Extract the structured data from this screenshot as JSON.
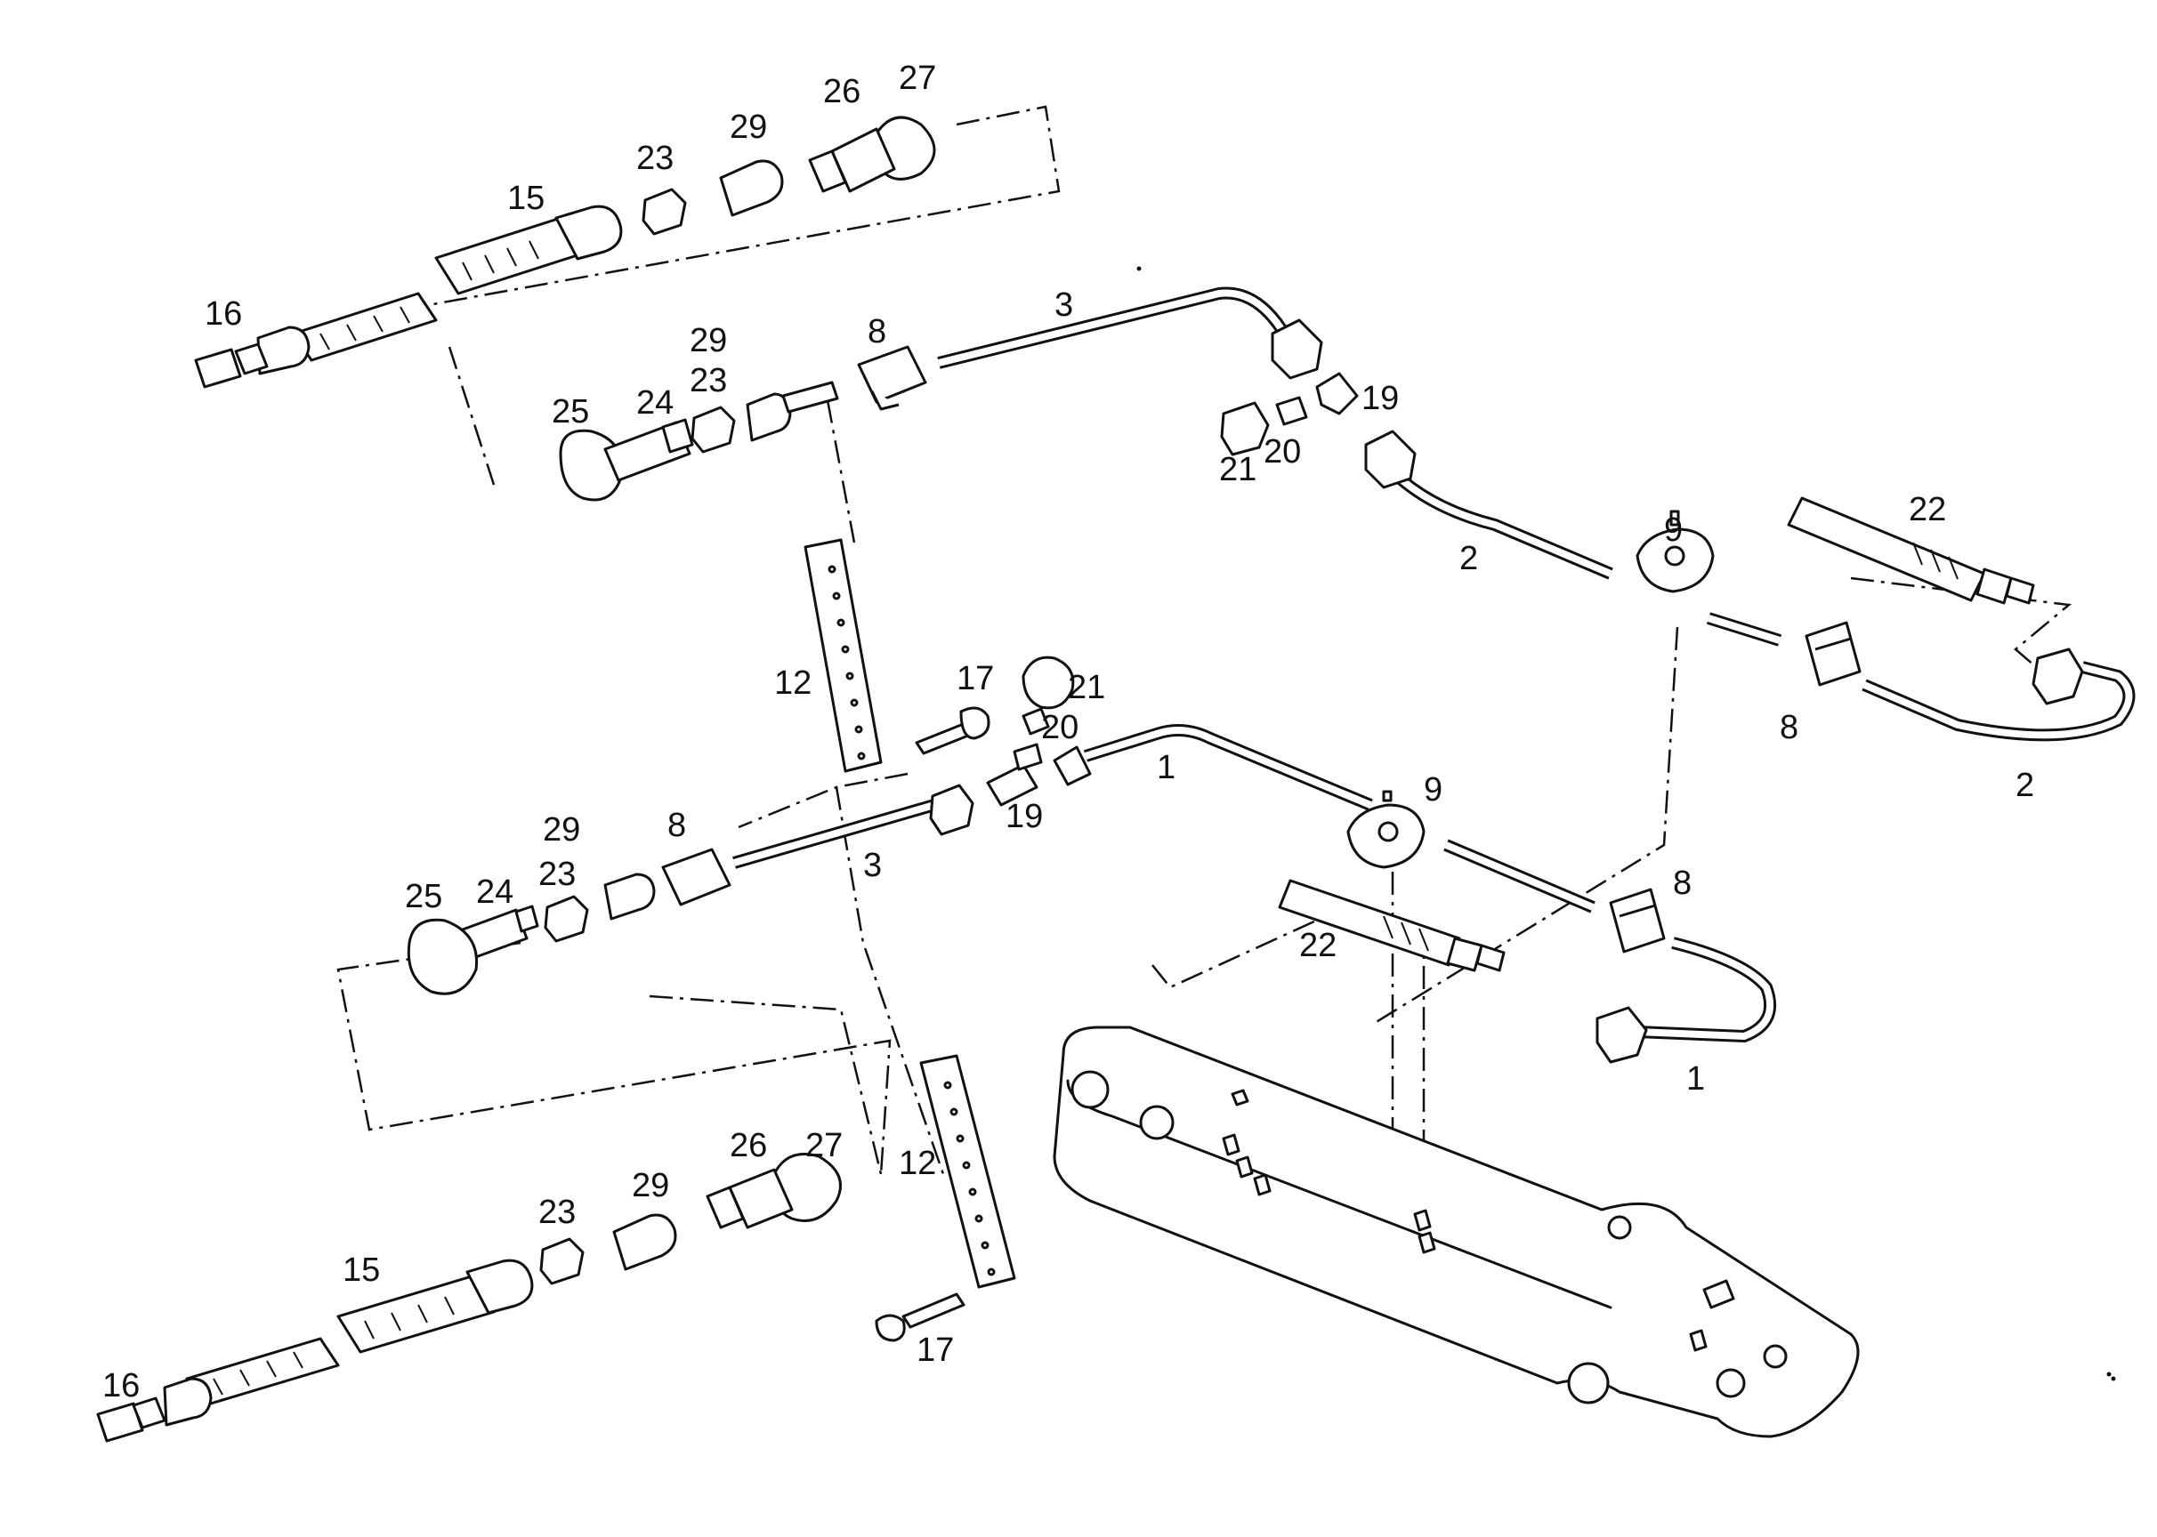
{
  "diagram": {
    "callouts": {
      "top_27": "27",
      "top_26": "26",
      "top_29": "29",
      "top_23": "23",
      "top_15": "15",
      "top_16": "16",
      "upper_29": "29",
      "upper_23": "23",
      "upper_25": "25",
      "upper_24": "24",
      "upper_8": "8",
      "upper_3": "3",
      "upper_19": "19",
      "upper_20": "20",
      "upper_21": "21",
      "upper_2": "2",
      "upper_9": "9",
      "right_22": "22",
      "right_8": "8",
      "right_2": "2",
      "left_12": "12",
      "left_17": "17",
      "mid_21": "21",
      "mid_20": "20",
      "mid_19": "19",
      "mid_1": "1",
      "mid_9": "9",
      "mid_29": "29",
      "mid_23": "23",
      "mid_25": "25",
      "mid_24": "24",
      "mid_8": "8",
      "mid_3": "3",
      "lower_22": "22",
      "lower_8": "8",
      "lower_1": "1",
      "bot_26": "26",
      "bot_27": "27",
      "bot_29": "29",
      "bot_23": "23",
      "bot_15": "15",
      "bot_16": "16",
      "bot_12": "12",
      "bot_17": "17"
    }
  }
}
